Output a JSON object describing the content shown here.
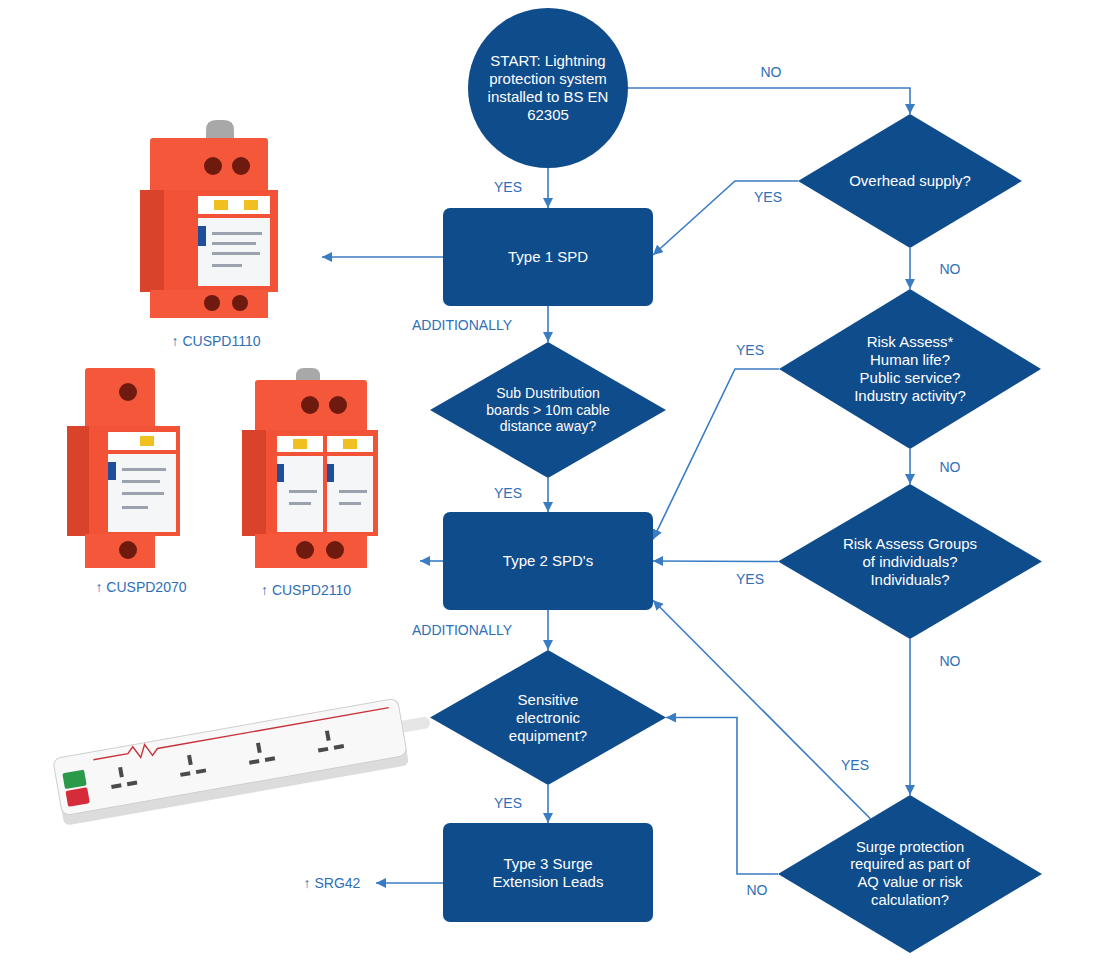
{
  "diagram": {
    "nodes": [
      {
        "text": [
          "START: Lightning protection system installed to BS EN 62305"
        ]
      },
      {
        "text": [
          "Overhead supply?"
        ]
      },
      {
        "text": [
          "Type 1 SPD"
        ]
      },
      {
        "text": [
          "Risk Assess* Human life? Public service? Industry activity?"
        ]
      },
      {
        "text": [
          "Sub Dustribution boards > 10m cable distance away?"
        ]
      },
      {
        "text": [
          "Type 2 SPD's"
        ]
      },
      {
        "text": [
          "Risk Assess Groups of individuals? Individuals?"
        ]
      },
      {
        "text": [
          "Sensitive electronic equipment?"
        ]
      },
      {
        "text": [
          "Surge protection required as part of AQ value or risk calculation?"
        ]
      },
      {
        "text": [
          "Type 3 Surge Extension Leads"
        ]
      }
    ],
    "edges": [
      {
        "from": 0,
        "to": 1,
        "arrow": "to",
        "label": "NO"
      },
      {
        "from": 0,
        "to": 2,
        "arrow": "to",
        "label": "YES"
      },
      {
        "from": 1,
        "to": 2,
        "arrow": "to",
        "label": "YES"
      },
      {
        "from": 1,
        "to": 3,
        "arrow": "to",
        "label": "NO"
      },
      {
        "from": 2,
        "to": 4,
        "arrow": "to",
        "label": "ADDITIONALLY"
      },
      {
        "from": 3,
        "to": 5,
        "arrow": "to",
        "label": "YES"
      },
      {
        "from": 3,
        "to": 6,
        "arrow": "to",
        "label": "NO"
      },
      {
        "from": 4,
        "to": 5,
        "arrow": "to",
        "label": "YES"
      },
      {
        "from": 6,
        "to": 5,
        "arrow": "to",
        "label": "YES"
      },
      {
        "from": 6,
        "to": 8,
        "arrow": "to",
        "label": "NO"
      },
      {
        "from": 5,
        "to": 7,
        "arrow": "to",
        "label": "ADDITIONALLY"
      },
      {
        "from": 8,
        "to": 5,
        "arrow": "to",
        "label": "YES"
      },
      {
        "from": 8,
        "to": 7,
        "arrow": "to",
        "label": "NO"
      },
      {
        "from": 7,
        "to": 9,
        "arrow": "to",
        "label": "YES"
      }
    ],
    "labels": [
      "↑ CUSPD1110",
      "↑ CUSPD2070",
      "↑ CUSPD2110",
      "↑ SRG42"
    ]
  }
}
